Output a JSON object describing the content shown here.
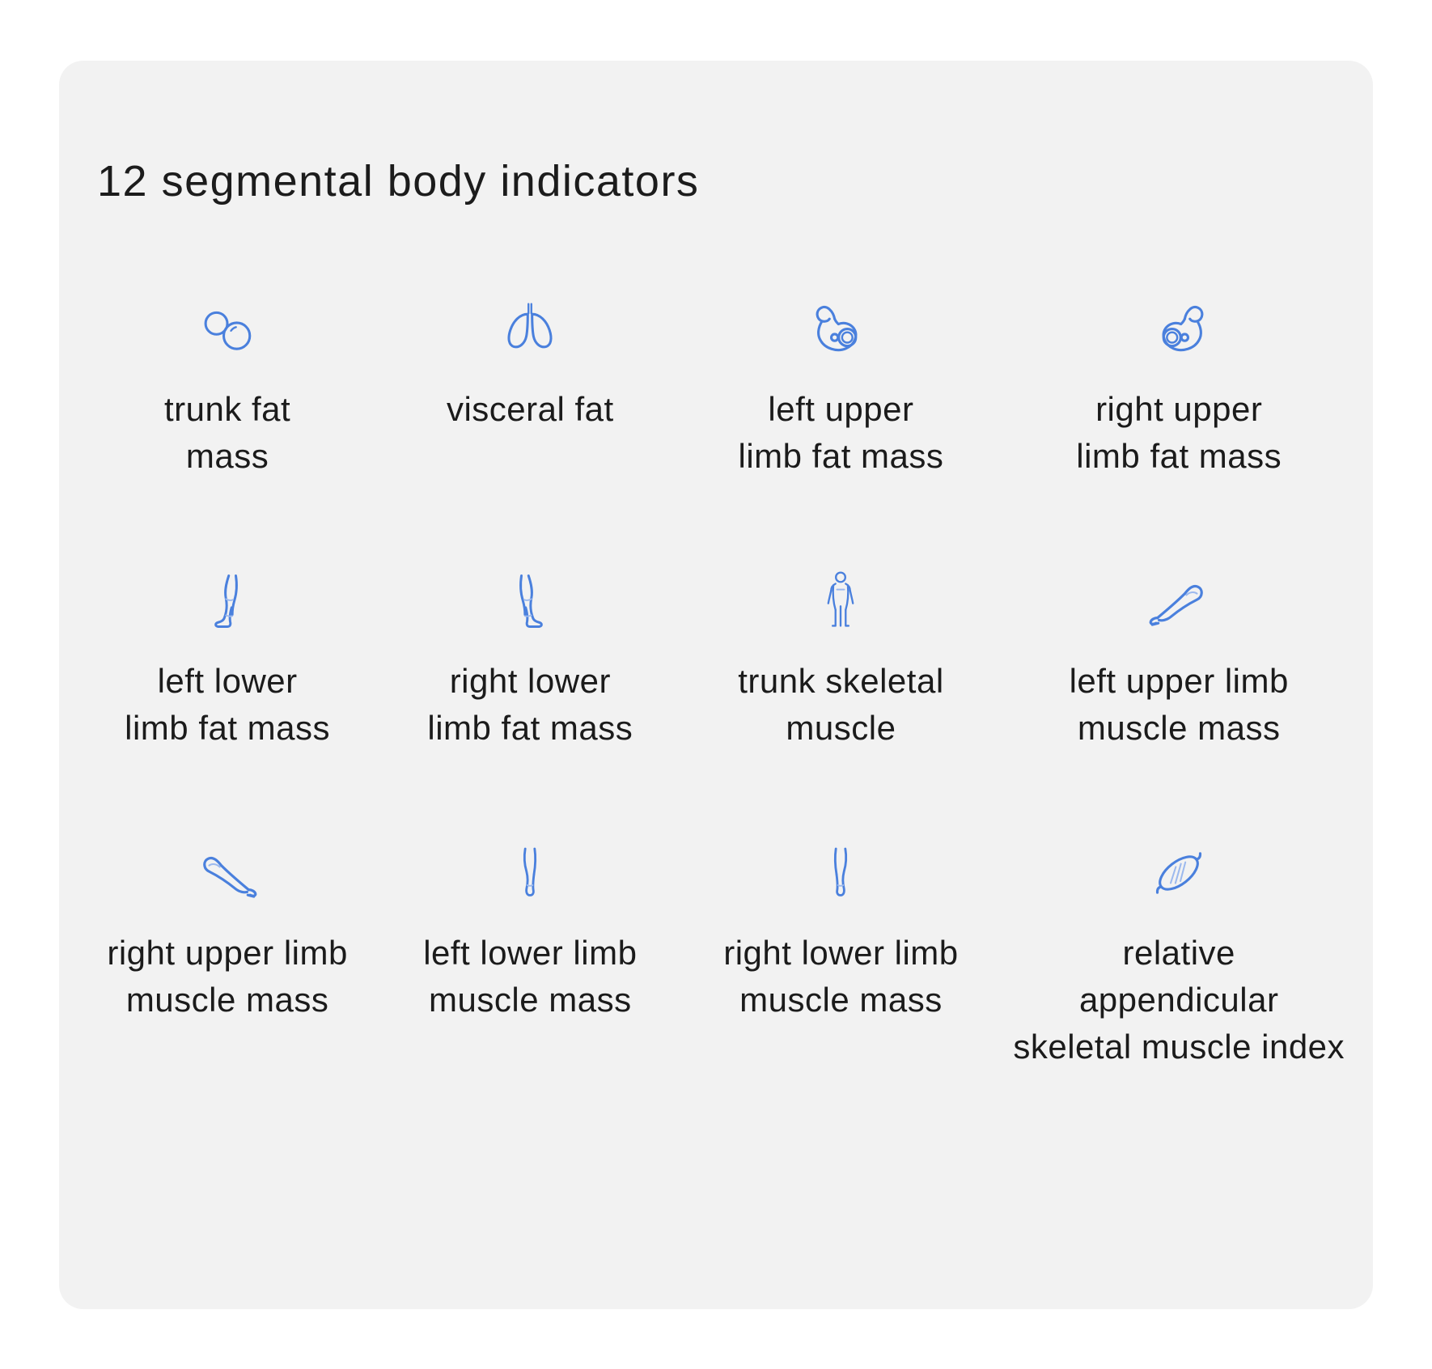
{
  "title": "12 segmental body indicators",
  "colors": {
    "page_bg": "#ffffff",
    "card_bg": "#f2f2f2",
    "icon_blue": "#4a80dd",
    "text": "#1b1b1b"
  },
  "indicators": [
    {
      "label": "trunk fat\nmass"
    },
    {
      "label": "visceral fat"
    },
    {
      "label": "left upper\nlimb fat mass"
    },
    {
      "label": "right upper\nlimb fat mass"
    },
    {
      "label": "left lower\nlimb fat mass"
    },
    {
      "label": "right lower\nlimb fat mass"
    },
    {
      "label": "trunk skeletal\nmuscle"
    },
    {
      "label": "left upper limb\nmuscle mass"
    },
    {
      "label": "right upper limb\nmuscle mass"
    },
    {
      "label": "left lower limb\nmuscle mass"
    },
    {
      "label": "right lower limb\nmuscle mass"
    },
    {
      "label": "relative\nappendicular\nskeletal muscle index"
    }
  ]
}
